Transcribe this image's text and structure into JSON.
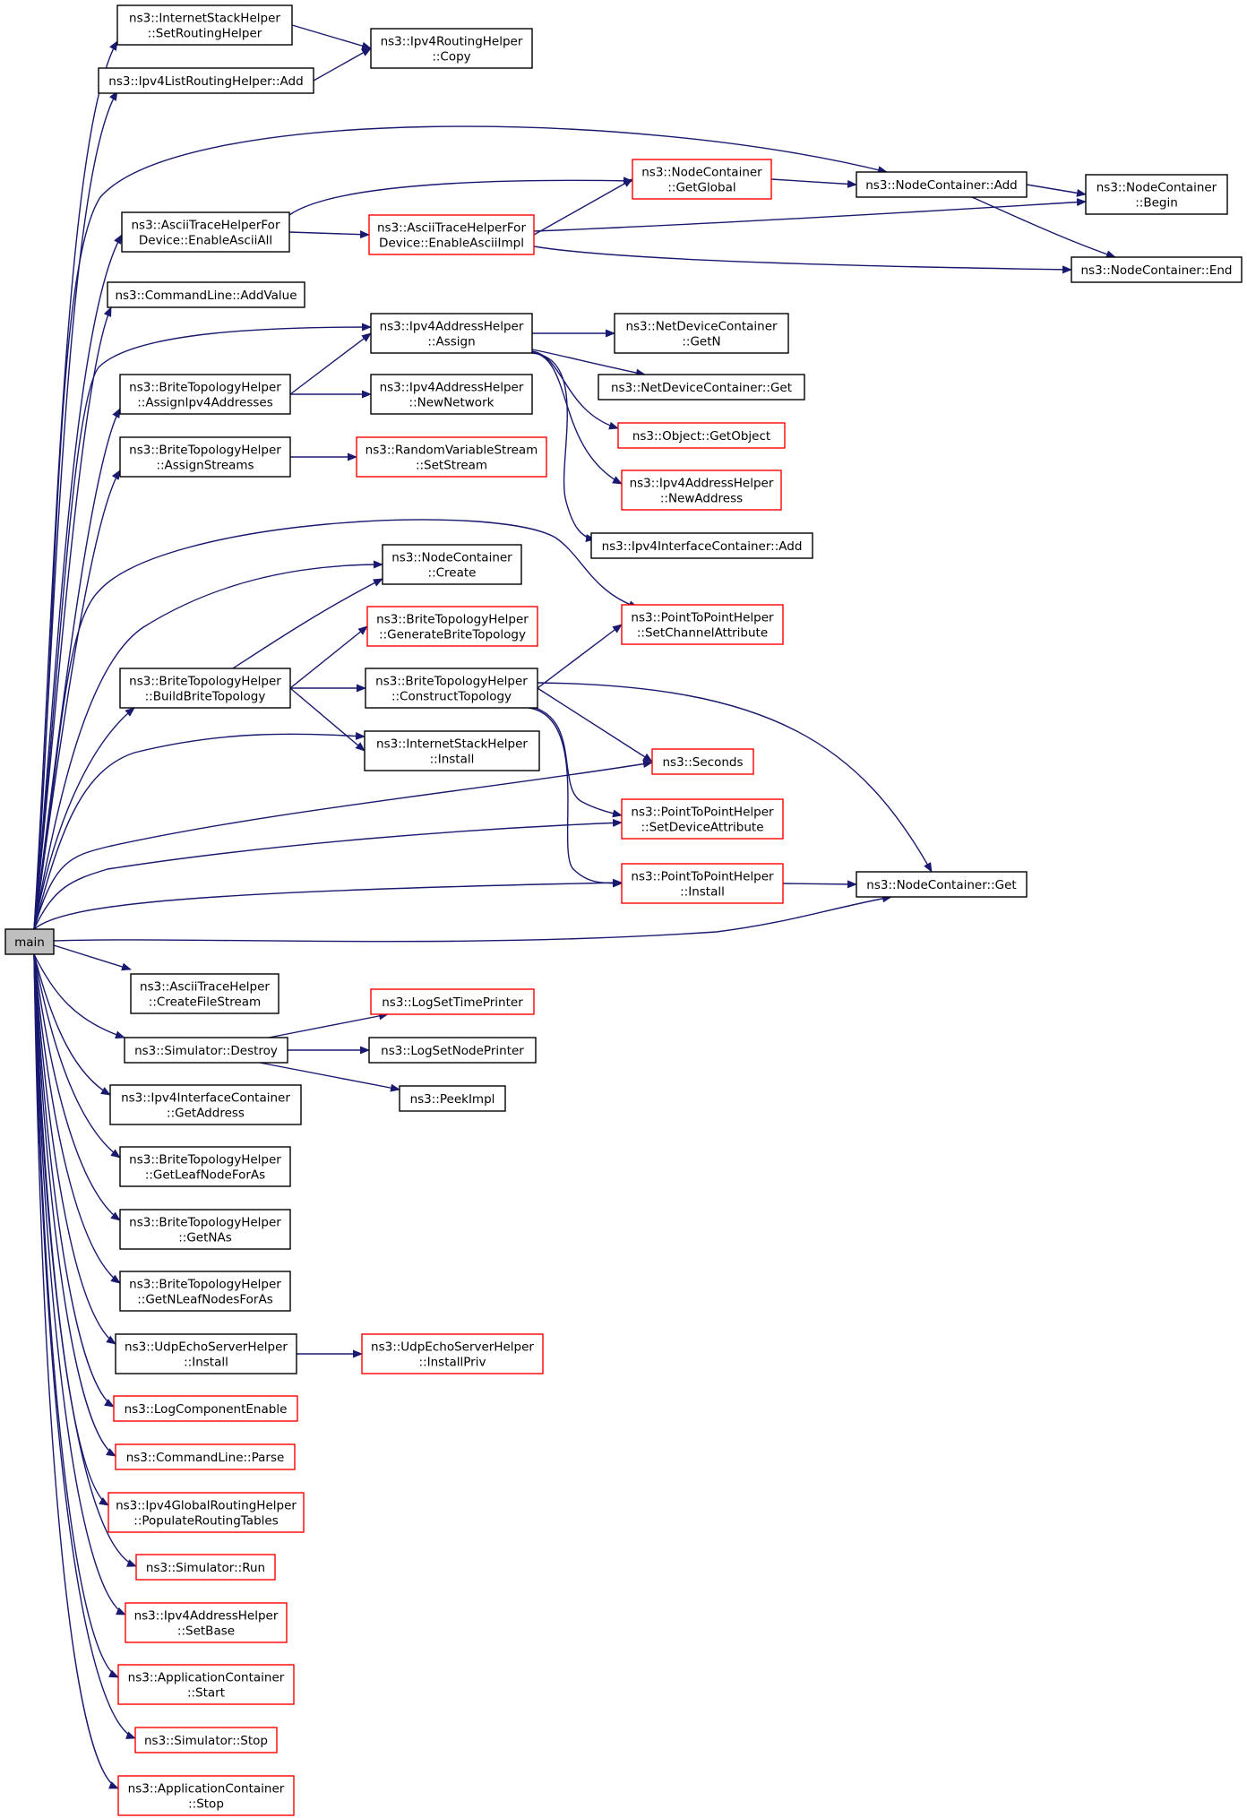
{
  "colors": {
    "edge": "#191970",
    "normal_border": "#000000",
    "partial_border": "#ff0000",
    "root_fill": "#bfbfbf",
    "node_fill": "#ffffff"
  },
  "nodes": [
    {
      "id": "main",
      "lines": [
        "main"
      ],
      "border": "root"
    },
    {
      "id": "ish_setrouting",
      "lines": [
        "ns3::InternetStackHelper",
        "::SetRoutingHelper"
      ],
      "border": "normal"
    },
    {
      "id": "ipv4routing_copy",
      "lines": [
        "ns3::Ipv4RoutingHelper",
        "::Copy"
      ],
      "border": "normal"
    },
    {
      "id": "ipv4list_add",
      "lines": [
        "ns3::Ipv4ListRoutingHelper::Add"
      ],
      "border": "normal"
    },
    {
      "id": "nc_getglobal",
      "lines": [
        "ns3::NodeContainer",
        "::GetGlobal"
      ],
      "border": "partial"
    },
    {
      "id": "nc_add",
      "lines": [
        "ns3::NodeContainer::Add"
      ],
      "border": "normal"
    },
    {
      "id": "nc_begin",
      "lines": [
        "ns3::NodeContainer",
        "::Begin"
      ],
      "border": "normal"
    },
    {
      "id": "athfd_enableasciiall",
      "lines": [
        "ns3::AsciiTraceHelperFor",
        "Device::EnableAsciiAll"
      ],
      "border": "normal"
    },
    {
      "id": "athfd_enableasciiimpl",
      "lines": [
        "ns3::AsciiTraceHelperFor",
        "Device::EnableAsciiImpl"
      ],
      "border": "partial"
    },
    {
      "id": "nc_end",
      "lines": [
        "ns3::NodeContainer::End"
      ],
      "border": "normal"
    },
    {
      "id": "cl_addvalue",
      "lines": [
        "ns3::CommandLine::AddValue"
      ],
      "border": "normal"
    },
    {
      "id": "ipv4ah_assign",
      "lines": [
        "ns3::Ipv4AddressHelper",
        "::Assign"
      ],
      "border": "normal"
    },
    {
      "id": "ndc_getn",
      "lines": [
        "ns3::NetDeviceContainer",
        "::GetN"
      ],
      "border": "normal"
    },
    {
      "id": "bth_assignipv4",
      "lines": [
        "ns3::BriteTopologyHelper",
        "::AssignIpv4Addresses"
      ],
      "border": "normal"
    },
    {
      "id": "ndc_get",
      "lines": [
        "ns3::NetDeviceContainer::Get"
      ],
      "border": "normal"
    },
    {
      "id": "ipv4ah_newnetwork",
      "lines": [
        "ns3::Ipv4AddressHelper",
        "::NewNetwork"
      ],
      "border": "normal"
    },
    {
      "id": "obj_getobject",
      "lines": [
        "ns3::Object::GetObject"
      ],
      "border": "partial"
    },
    {
      "id": "bth_assignstreams",
      "lines": [
        "ns3::BriteTopologyHelper",
        "::AssignStreams"
      ],
      "border": "normal"
    },
    {
      "id": "rvs_setstream",
      "lines": [
        "ns3::RandomVariableStream",
        "::SetStream"
      ],
      "border": "partial"
    },
    {
      "id": "ipv4ah_newaddress",
      "lines": [
        "ns3::Ipv4AddressHelper",
        "::NewAddress"
      ],
      "border": "partial"
    },
    {
      "id": "ipv4ic_add",
      "lines": [
        "ns3::Ipv4InterfaceContainer::Add"
      ],
      "border": "normal"
    },
    {
      "id": "nc_create",
      "lines": [
        "ns3::NodeContainer",
        "::Create"
      ],
      "border": "normal"
    },
    {
      "id": "bth_generatebrite",
      "lines": [
        "ns3::BriteTopologyHelper",
        "::GenerateBriteTopology"
      ],
      "border": "partial"
    },
    {
      "id": "p2p_setchannel",
      "lines": [
        "ns3::PointToPointHelper",
        "::SetChannelAttribute"
      ],
      "border": "partial"
    },
    {
      "id": "bth_buildbrite",
      "lines": [
        "ns3::BriteTopologyHelper",
        "::BuildBriteTopology"
      ],
      "border": "normal"
    },
    {
      "id": "bth_construct",
      "lines": [
        "ns3::BriteTopologyHelper",
        "::ConstructTopology"
      ],
      "border": "normal"
    },
    {
      "id": "ish_install",
      "lines": [
        "ns3::InternetStackHelper",
        "::Install"
      ],
      "border": "normal"
    },
    {
      "id": "seconds",
      "lines": [
        "ns3::Seconds"
      ],
      "border": "partial"
    },
    {
      "id": "p2p_setdevice",
      "lines": [
        "ns3::PointToPointHelper",
        "::SetDeviceAttribute"
      ],
      "border": "partial"
    },
    {
      "id": "p2p_install",
      "lines": [
        "ns3::PointToPointHelper",
        "::Install"
      ],
      "border": "partial"
    },
    {
      "id": "nc_get",
      "lines": [
        "ns3::NodeContainer::Get"
      ],
      "border": "normal"
    },
    {
      "id": "ath_createfilestream",
      "lines": [
        "ns3::AsciiTraceHelper",
        "::CreateFileStream"
      ],
      "border": "normal"
    },
    {
      "id": "logsettimeprinter",
      "lines": [
        "ns3::LogSetTimePrinter"
      ],
      "border": "partial"
    },
    {
      "id": "sim_destroy",
      "lines": [
        "ns3::Simulator::Destroy"
      ],
      "border": "normal"
    },
    {
      "id": "logsetnodeprinter",
      "lines": [
        "ns3::LogSetNodePrinter"
      ],
      "border": "normal"
    },
    {
      "id": "peekimpl",
      "lines": [
        "ns3::PeekImpl"
      ],
      "border": "normal"
    },
    {
      "id": "ipv4ic_getaddress",
      "lines": [
        "ns3::Ipv4InterfaceContainer",
        "::GetAddress"
      ],
      "border": "normal"
    },
    {
      "id": "bth_getleafnodeforas",
      "lines": [
        "ns3::BriteTopologyHelper",
        "::GetLeafNodeForAs"
      ],
      "border": "normal"
    },
    {
      "id": "bth_getnas",
      "lines": [
        "ns3::BriteTopologyHelper",
        "::GetNAs"
      ],
      "border": "normal"
    },
    {
      "id": "bth_getnleafnodesforas",
      "lines": [
        "ns3::BriteTopologyHelper",
        "::GetNLeafNodesForAs"
      ],
      "border": "normal"
    },
    {
      "id": "udpesh_install",
      "lines": [
        "ns3::UdpEchoServerHelper",
        "::Install"
      ],
      "border": "normal"
    },
    {
      "id": "udpesh_installpriv",
      "lines": [
        "ns3::UdpEchoServerHelper",
        "::InstallPriv"
      ],
      "border": "partial"
    },
    {
      "id": "logcomponentenable",
      "lines": [
        "ns3::LogComponentEnable"
      ],
      "border": "partial"
    },
    {
      "id": "cl_parse",
      "lines": [
        "ns3::CommandLine::Parse"
      ],
      "border": "partial"
    },
    {
      "id": "ipv4grh_populate",
      "lines": [
        "ns3::Ipv4GlobalRoutingHelper",
        "::PopulateRoutingTables"
      ],
      "border": "partial"
    },
    {
      "id": "sim_run",
      "lines": [
        "ns3::Simulator::Run"
      ],
      "border": "partial"
    },
    {
      "id": "ipv4ah_setbase",
      "lines": [
        "ns3::Ipv4AddressHelper",
        "::SetBase"
      ],
      "border": "partial"
    },
    {
      "id": "ac_start",
      "lines": [
        "ns3::ApplicationContainer",
        "::Start"
      ],
      "border": "partial"
    },
    {
      "id": "sim_stop",
      "lines": [
        "ns3::Simulator::Stop"
      ],
      "border": "partial"
    },
    {
      "id": "ac_stop",
      "lines": [
        "ns3::ApplicationContainer",
        "::Stop"
      ],
      "border": "partial"
    }
  ],
  "edges": [
    [
      "main",
      "ish_setrouting"
    ],
    [
      "main",
      "ipv4list_add"
    ],
    [
      "main",
      "nc_add"
    ],
    [
      "main",
      "athfd_enableasciiall"
    ],
    [
      "main",
      "cl_addvalue"
    ],
    [
      "main",
      "ipv4ah_assign"
    ],
    [
      "main",
      "bth_assignipv4"
    ],
    [
      "main",
      "bth_assignstreams"
    ],
    [
      "main",
      "p2p_setchannel"
    ],
    [
      "main",
      "nc_create"
    ],
    [
      "main",
      "bth_buildbrite"
    ],
    [
      "main",
      "ish_install"
    ],
    [
      "main",
      "seconds"
    ],
    [
      "main",
      "p2p_setdevice"
    ],
    [
      "main",
      "p2p_install"
    ],
    [
      "main",
      "nc_get"
    ],
    [
      "main",
      "ath_createfilestream"
    ],
    [
      "main",
      "sim_destroy"
    ],
    [
      "main",
      "ipv4ic_getaddress"
    ],
    [
      "main",
      "bth_getleafnodeforas"
    ],
    [
      "main",
      "bth_getnas"
    ],
    [
      "main",
      "bth_getnleafnodesforas"
    ],
    [
      "main",
      "udpesh_install"
    ],
    [
      "main",
      "logcomponentenable"
    ],
    [
      "main",
      "cl_parse"
    ],
    [
      "main",
      "ipv4grh_populate"
    ],
    [
      "main",
      "sim_run"
    ],
    [
      "main",
      "ipv4ah_setbase"
    ],
    [
      "main",
      "ac_start"
    ],
    [
      "main",
      "sim_stop"
    ],
    [
      "main",
      "ac_stop"
    ],
    [
      "ish_setrouting",
      "ipv4routing_copy"
    ],
    [
      "ipv4list_add",
      "ipv4routing_copy"
    ],
    [
      "athfd_enableasciiall",
      "nc_getglobal"
    ],
    [
      "athfd_enableasciiall",
      "athfd_enableasciiimpl"
    ],
    [
      "athfd_enableasciiimpl",
      "nc_getglobal"
    ],
    [
      "athfd_enableasciiimpl",
      "nc_begin"
    ],
    [
      "athfd_enableasciiimpl",
      "nc_end"
    ],
    [
      "nc_getglobal",
      "nc_add"
    ],
    [
      "nc_add",
      "nc_begin"
    ],
    [
      "nc_add",
      "nc_end"
    ],
    [
      "ipv4ah_assign",
      "ndc_getn"
    ],
    [
      "ipv4ah_assign",
      "ndc_get"
    ],
    [
      "ipv4ah_assign",
      "obj_getobject"
    ],
    [
      "ipv4ah_assign",
      "ipv4ah_newaddress"
    ],
    [
      "ipv4ah_assign",
      "ipv4ic_add"
    ],
    [
      "bth_assignipv4",
      "ipv4ah_assign"
    ],
    [
      "bth_assignipv4",
      "ipv4ah_newnetwork"
    ],
    [
      "bth_assignstreams",
      "rvs_setstream"
    ],
    [
      "bth_buildbrite",
      "nc_create"
    ],
    [
      "bth_buildbrite",
      "bth_generatebrite"
    ],
    [
      "bth_buildbrite",
      "bth_construct"
    ],
    [
      "bth_buildbrite",
      "ish_install"
    ],
    [
      "bth_construct",
      "p2p_setchannel"
    ],
    [
      "bth_construct",
      "seconds"
    ],
    [
      "bth_construct",
      "p2p_setdevice"
    ],
    [
      "bth_construct",
      "p2p_install"
    ],
    [
      "bth_construct",
      "nc_get"
    ],
    [
      "p2p_install",
      "nc_get"
    ],
    [
      "sim_destroy",
      "logsettimeprinter"
    ],
    [
      "sim_destroy",
      "logsetnodeprinter"
    ],
    [
      "sim_destroy",
      "peekimpl"
    ],
    [
      "udpesh_install",
      "udpesh_installpriv"
    ]
  ]
}
